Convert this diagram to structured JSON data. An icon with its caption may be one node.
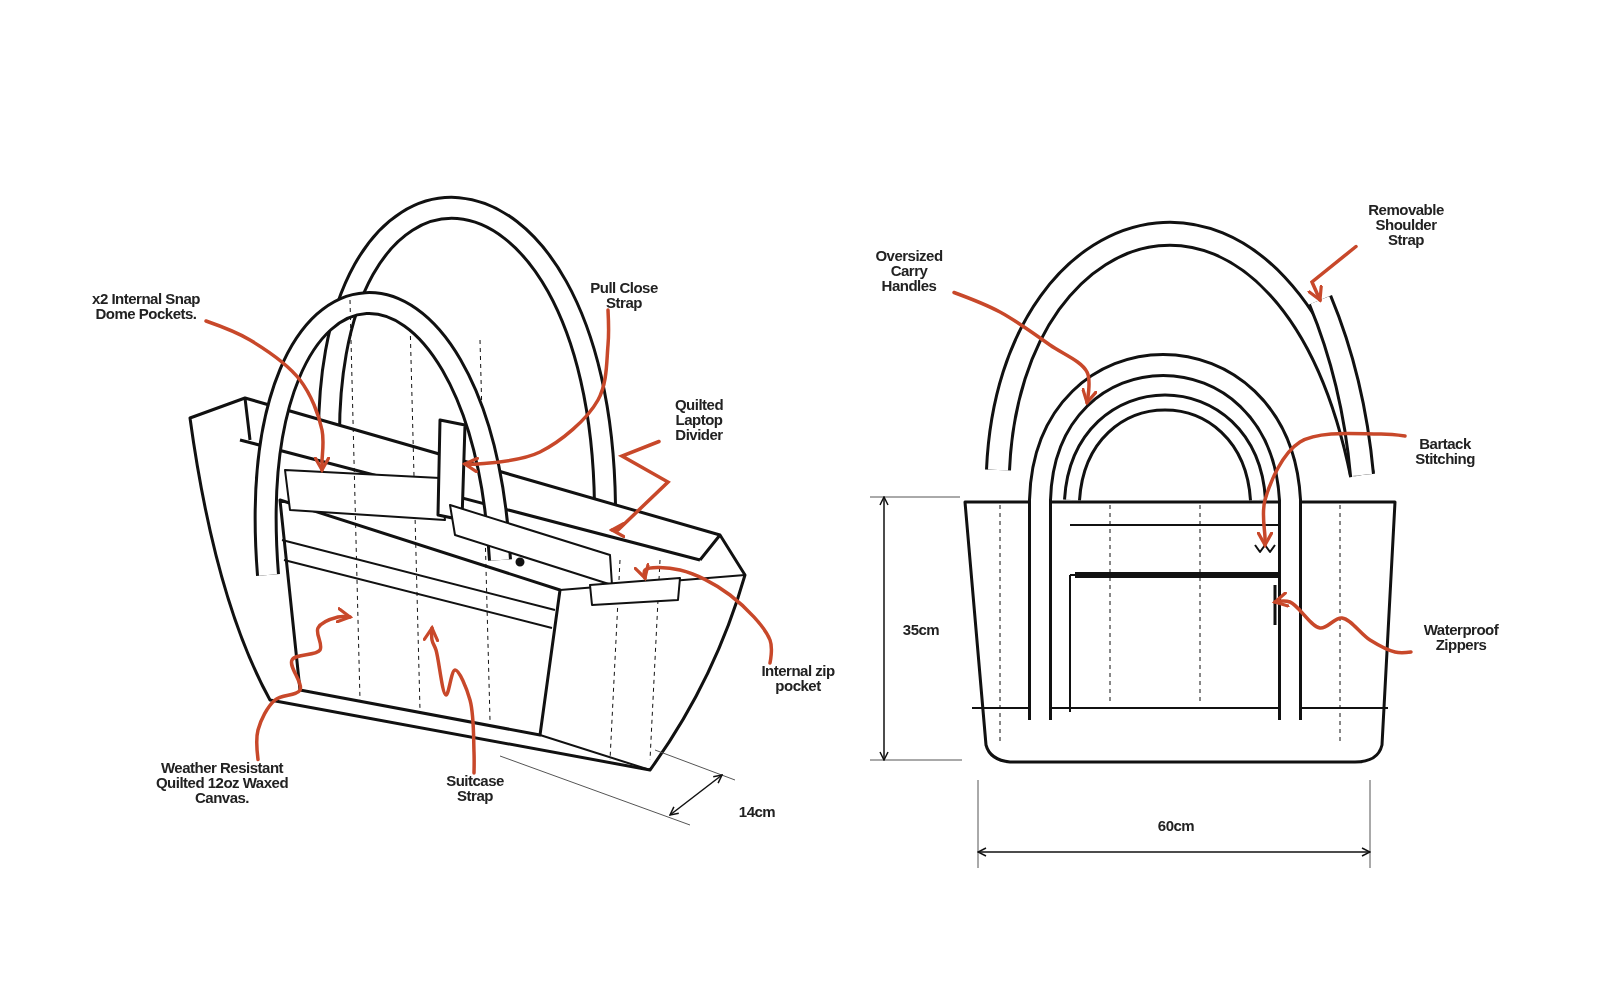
{
  "diagram": {
    "nodes": [
      {
        "text": [
          "x2 Internal Snap Dome Pockets."
        ]
      },
      {
        "text": [
          "Pull Close Strap"
        ]
      },
      {
        "text": [
          "Quilted Laptop Divider"
        ]
      },
      {
        "text": [
          "Internal zip pocket"
        ]
      },
      {
        "text": [
          "Weather Resistant Quilted 12oz Waxed Canvas."
        ]
      },
      {
        "text": [
          "Suitcase Strap"
        ]
      },
      {
        "text": [
          "Oversized Carry Handles"
        ]
      },
      {
        "text": [
          "Removable Shoulder Strap"
        ]
      },
      {
        "text": [
          "Bartack Stitching"
        ]
      },
      {
        "text": [
          "Waterproof Zippers"
        ]
      },
      {
        "text": [],
        "shape": "box"
      },
      {
        "text": [],
        "shape": "box"
      },
      {
        "text": [],
        "shape": "box"
      },
      {
        "text": [],
        "shape": "box"
      },
      {
        "text": [],
        "shape": "picture"
      },
      {
        "text": [],
        "shape": "picture"
      },
      {
        "text": [],
        "shape": "picture"
      },
      {
        "text": [],
        "shape": "picture"
      },
      {
        "text": [],
        "shape": "picture"
      },
      {
        "text": [],
        "shape": "picture"
      }
    ],
    "edges": [
      {
        "from": 0,
        "to": 10,
        "arrow": "to"
      },
      {
        "from": 1,
        "to": 11,
        "arrow": "to"
      },
      {
        "from": 2,
        "to": 12,
        "arrow": "to"
      },
      {
        "from": 3,
        "to": 13,
        "arrow": "to"
      },
      {
        "from": 4,
        "to": 14,
        "arrow": "to"
      },
      {
        "from": 5,
        "to": 15,
        "arrow": "to"
      },
      {
        "from": 6,
        "to": 16,
        "arrow": "to"
      },
      {
        "from": 7,
        "to": 17,
        "arrow": "to"
      },
      {
        "from": 8,
        "to": 18,
        "arrow": "to"
      },
      {
        "from": 9,
        "to": 19,
        "arrow": "to"
      }
    ],
    "labels": [
      "14cm",
      "35cm",
      "60cm"
    ]
  }
}
